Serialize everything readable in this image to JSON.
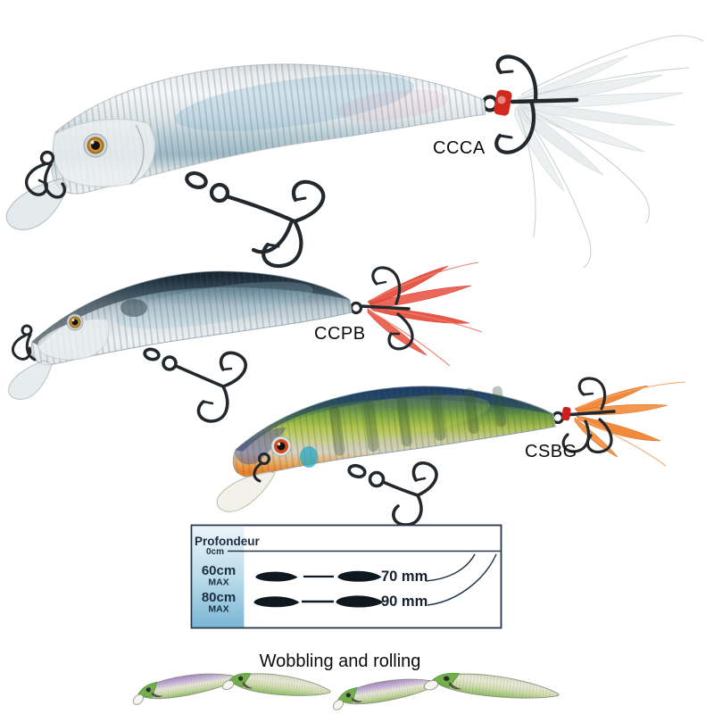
{
  "lures": [
    {
      "code": "CCCA",
      "feather_color": "#edf0f0",
      "collar_color": "#d3281e"
    },
    {
      "code": "CCPB",
      "feather_color": "#e64330"
    },
    {
      "code": "CSBG",
      "feather_color": "#f1812c",
      "collar_color": "#cc2020"
    }
  ],
  "depth_diagram": {
    "title": "Profondeur",
    "surface_label": "0cm",
    "rows": [
      {
        "depth": "60cm",
        "qualifier": "MAX",
        "length": "70 mm"
      },
      {
        "depth": "80cm",
        "qualifier": "MAX",
        "length": "90 mm"
      }
    ],
    "colors": {
      "border": "#243546",
      "panel_top": "#ecf5f9",
      "panel_bottom": "#7ab7d6",
      "text": "#1c2e40",
      "silhouette": "#10181f"
    }
  },
  "caption": {
    "text": "Wobbling and rolling"
  }
}
